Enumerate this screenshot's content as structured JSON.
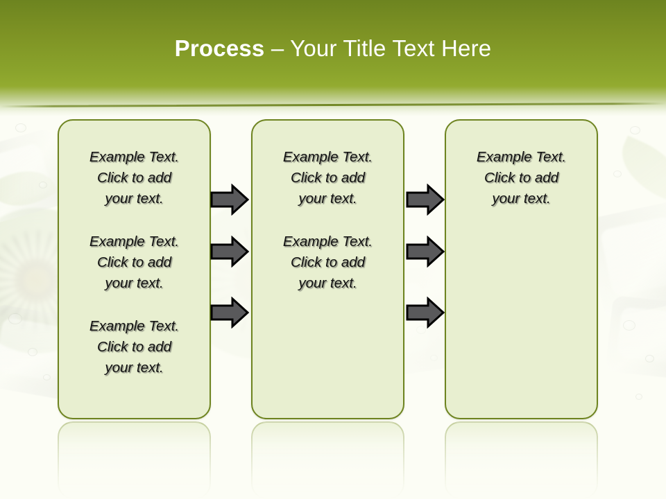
{
  "slide": {
    "title": {
      "bold_part": "Process",
      "rest_part": " – Your Title Text Here",
      "full": "Process – Your Title Text Here"
    },
    "colors": {
      "header_top": "#6d8420",
      "header_mid": "#8ba42c",
      "box_fill": "#e8efd0",
      "box_border": "#6e8420",
      "arrow_fill": "#59595b",
      "arrow_outline": "#000000",
      "title_text": "#ffffff",
      "body_text": "#111111",
      "background": "#fcfdf5"
    },
    "boxes": [
      {
        "name": "process-box-1",
        "paragraphs": [
          "Example Text.\nClick  to add\nyour text.",
          "Example Text.\nClick  to add\nyour text.",
          "Example Text.\nClick  to add\nyour text."
        ]
      },
      {
        "name": "process-box-2",
        "paragraphs": [
          "Example Text.\nClick  to add\nyour text.",
          "Example Text.\nClick  to add\nyour text."
        ]
      },
      {
        "name": "process-box-3",
        "paragraphs": [
          "Example Text.\nClick  to add\nyour text."
        ]
      }
    ],
    "arrow_groups": [
      {
        "name": "arrow-group-1",
        "count": 3,
        "direction": "right"
      },
      {
        "name": "arrow-group-2",
        "count": 3,
        "direction": "right"
      }
    ]
  }
}
